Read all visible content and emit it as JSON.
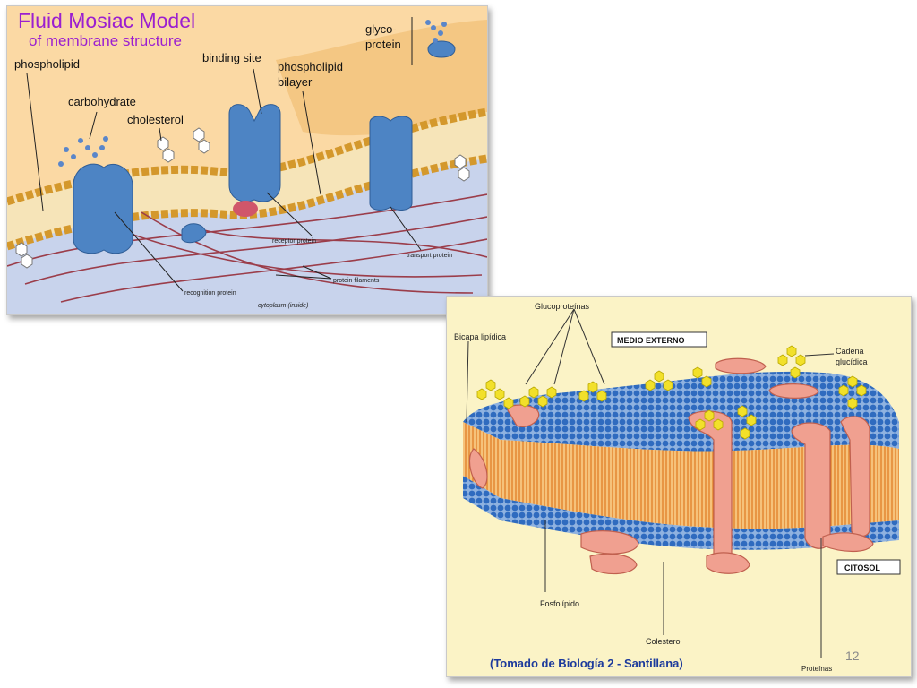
{
  "slide_number": "12",
  "figure1": {
    "title_line1": "Fluid Mosiac Model",
    "title_line2": "of membrane structure",
    "labels": {
      "phospholipid": "phospholipid",
      "carbohydrate": "carbohydrate",
      "cholesterol": "cholesterol",
      "binding_site": "binding site",
      "bilayer_line1": "phospholipid",
      "bilayer_line2": "bilayer",
      "glyco_line1": "glyco-",
      "glyco_line2": "protein",
      "receptor_protein": "receptor protein",
      "transport_protein": "transport protein",
      "recognition_protein": "recognition protein",
      "protein_filaments": "protein filaments",
      "cytoplasm": "cytoplasm (inside)"
    },
    "colors": {
      "title": "#9b1fd0",
      "outside": "#fbd9a4",
      "inside": "#c8d3ec",
      "protein": "#4d84c4",
      "head": "#d4982c"
    }
  },
  "figure2": {
    "labels": {
      "glucoproteinas": "Glucoproteínas",
      "bicapa": "Bicapa lipídica",
      "medio_externo": "MEDIO EXTERNO",
      "cadena_line1": "Cadena",
      "cadena_line2": "glucídica",
      "citosol": "CITOSOL",
      "fosfolipido": "Fosfolípido",
      "colesterol": "Colesterol",
      "proteinas": "Proteínas",
      "source": "(Tomado de Biología 2 - Santillana)"
    },
    "colors": {
      "background": "#fbf3c6",
      "heads": "#2f6bbf",
      "tails": "#e88f2a",
      "protein": "#f0a090",
      "sugar": "#f2e02a",
      "source_text": "#1c3a9c"
    }
  }
}
